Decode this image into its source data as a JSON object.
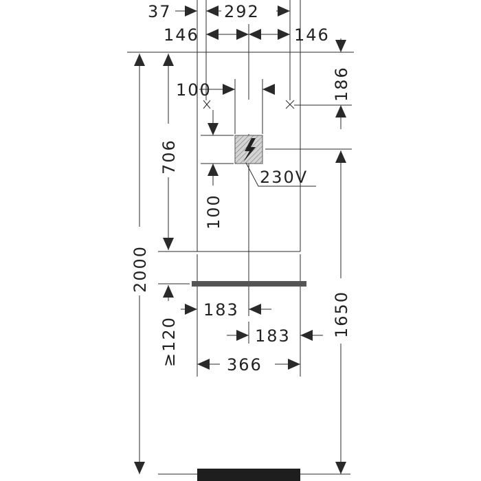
{
  "dimensions": {
    "offset_top": "37",
    "top_width": "292",
    "half_left": "146",
    "half_right": "146",
    "top_to_fixing": "186",
    "fixing_inset": "100",
    "total_height": "2000",
    "cabinet_height": "706",
    "socket_offset": "100",
    "socket_voltage": "230V",
    "floor_to_cabinet": "1650",
    "min_clearance": "≥120",
    "half_lower_left": "183",
    "half_lower_right": "183",
    "base_width": "366"
  },
  "colors": {
    "line": "#2a2a2a",
    "shelf": "#555555",
    "floor_block": "#1e1e1e",
    "socket_fill": "#c8c8c8"
  },
  "icons": [
    "fixing-point-cross-icon",
    "electrical-socket-icon",
    "lightning-bolt-icon"
  ]
}
